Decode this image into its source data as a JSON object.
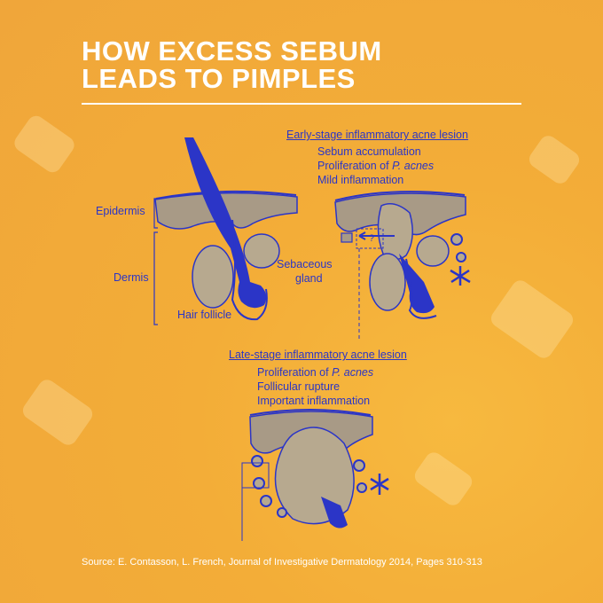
{
  "title": {
    "line1": "HOW EXCESS SEBUM",
    "line2": "LEADS TO PIMPLES"
  },
  "labels": {
    "epidermis": "Epidermis",
    "dermis": "Dermis",
    "hair_follicle": "Hair follicle",
    "sebaceous_gland_line1": "Sebaceous",
    "sebaceous_gland_line2": "gland"
  },
  "early_stage": {
    "heading": "Early-stage inflammatory acne lesion",
    "item1": "Sebum accumulation",
    "item2_prefix": "Proliferation of ",
    "item2_italic": "P. acnes",
    "item3": "Mild inflammation",
    "question_mark": "?"
  },
  "late_stage": {
    "heading": "Late-stage inflammatory acne lesion",
    "item1_prefix": "Proliferation of ",
    "item1_italic": "P. acnes",
    "item2": "Follicular rupture",
    "item3": "Important inflammation"
  },
  "source": "Source: E. Contasson, L. French, Journal of Investigative Dermatology 2014, Pages 310-313",
  "colors": {
    "background": "#f3ad38",
    "diagram_blue": "#2b35c7",
    "skin_gray": "#a89a86",
    "title_white": "#ffffff"
  }
}
